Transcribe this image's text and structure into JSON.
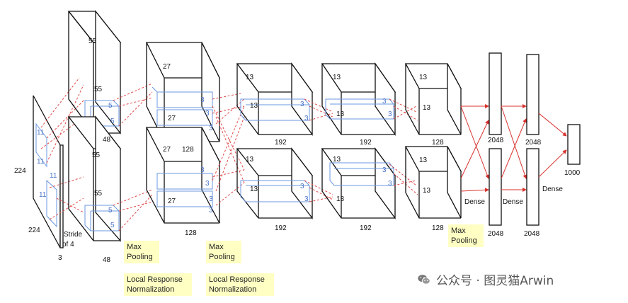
{
  "labels": {
    "input_h": "224",
    "input_w": "224",
    "input_d": "3",
    "k11": "11",
    "stride": "Stride of 4",
    "c1_55": "55",
    "c1_48": "48",
    "k5": "5",
    "c2_27": "27",
    "c2_128": "128",
    "k3": "3",
    "c13": "13",
    "c192": "192",
    "c128": "128",
    "f2048": "2048",
    "f1000": "1000",
    "dense": "Dense"
  },
  "notes": {
    "max_pooling": "Max Pooling",
    "lrn": "Local Response Normalization"
  },
  "watermark": "公众号 · 图灵猫Arwin",
  "colors": {
    "connection": "#e04a4a",
    "kernel": "#6b97e0",
    "note_bg": "#ffffc4"
  }
}
